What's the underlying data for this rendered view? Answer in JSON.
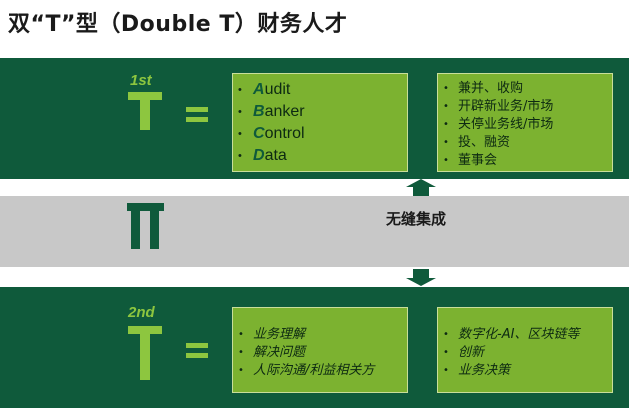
{
  "title": "双“T”型（Double T）财务人才",
  "first": {
    "ordinal": "1st",
    "skills": [
      {
        "initial": "A",
        "rest": "udit"
      },
      {
        "initial": "B",
        "rest": "anker"
      },
      {
        "initial": "C",
        "rest": "ontrol"
      },
      {
        "initial": "D",
        "rest": "ata"
      }
    ],
    "activities": [
      "兼并、收购",
      "开辟新业务/市场",
      "关停业务线/市场",
      "投、融资",
      "董事会"
    ]
  },
  "middle": {
    "label": "无缝集成"
  },
  "second": {
    "ordinal": "2nd",
    "skills": [
      "业务理解",
      "解决问题",
      "人际沟通/利益相关方"
    ],
    "activities": [
      "数字化-AI、区块链等",
      "创新",
      "业务决策"
    ]
  },
  "colors": {
    "dark_green": "#0f5a3b",
    "light_green": "#8dc63f",
    "box_green": "#7cb230",
    "gray": "#c8c8c8"
  }
}
